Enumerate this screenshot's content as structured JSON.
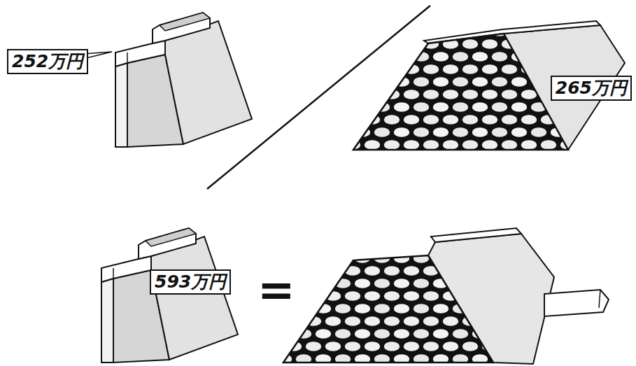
{
  "diagram": {
    "nodes": [
      {
        "text": [
          "252万円"
        ]
      },
      {
        "text": [
          "265万円"
        ]
      },
      {
        "text": [
          "593万円"
        ]
      }
    ],
    "labels": [
      "="
    ]
  }
}
